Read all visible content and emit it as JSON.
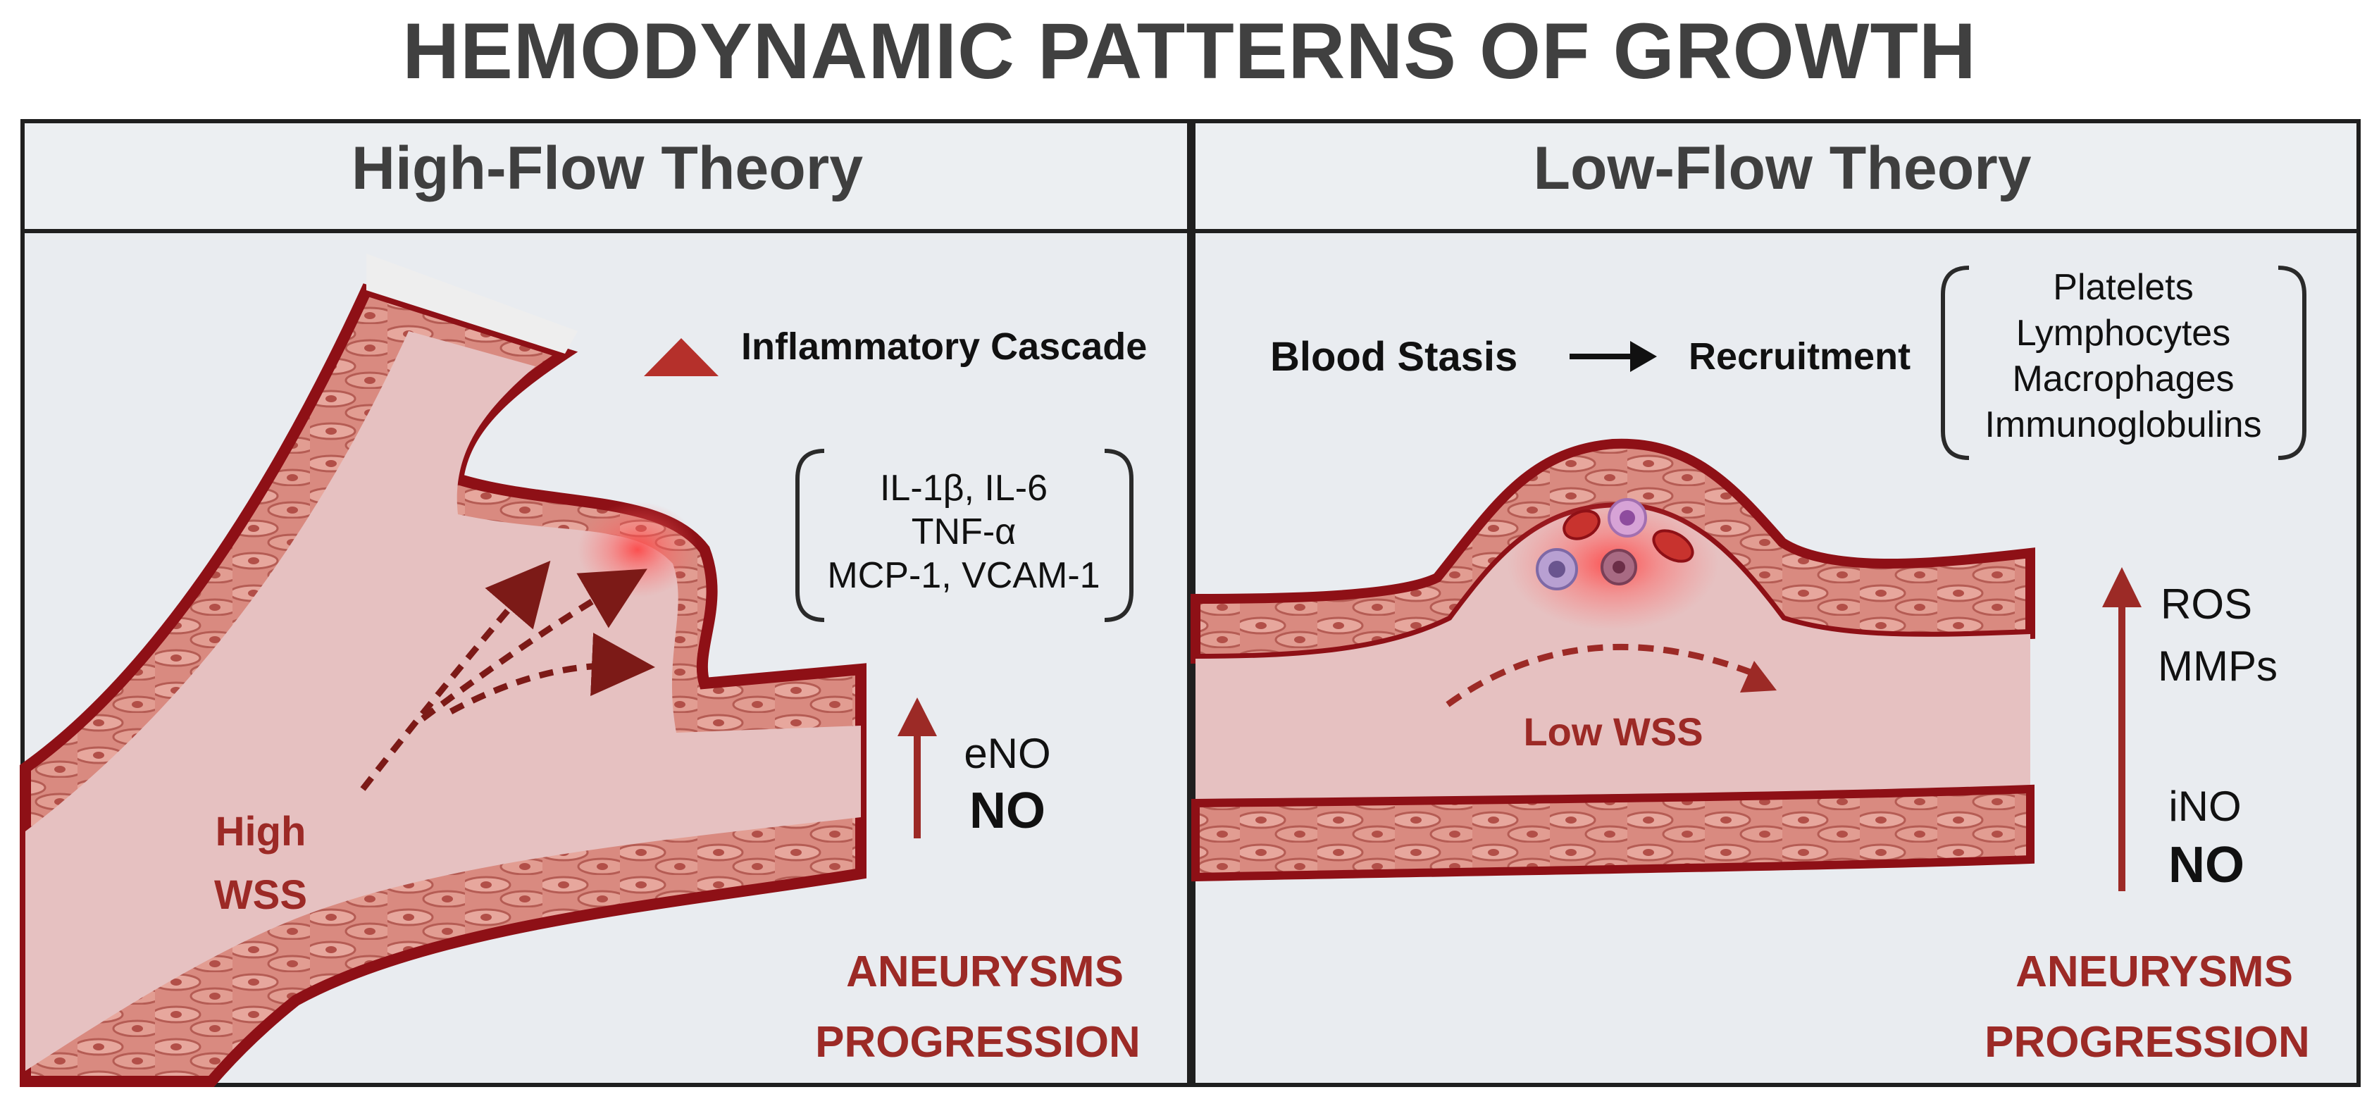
{
  "title": "HEMODYNAMIC PATTERNS OF GROWTH",
  "colors": {
    "dark_red": "#9c2a26",
    "vessel_wall": "#8e1016",
    "lumen": "#e6c1c1",
    "panel_bg": "#e9ecf0",
    "header_text": "#3f3f3f"
  },
  "panels": [
    {
      "title": "High-Flow Theory",
      "inflammatory_label": "Inflammatory Cascade",
      "cytokines": [
        "IL-1β, IL-6",
        "TNF-α",
        "MCP-1, VCAM-1"
      ],
      "wss_label": [
        "High",
        "WSS"
      ],
      "no_small": "eNO",
      "no_big": "NO",
      "outcome": [
        "ANEURYSMS",
        "PROGRESSION"
      ]
    },
    {
      "title": "Low-Flow Theory",
      "stasis_label": "Blood Stasis",
      "recruitment_label": "Recruitment",
      "cells": [
        "Platelets",
        "Lymphocytes",
        "Macrophages",
        "Immunoglobulins"
      ],
      "wss_label": "Low WSS",
      "ros_labels": [
        "ROS",
        "MMPs"
      ],
      "no_small": "iNO",
      "no_big": "NO",
      "outcome": [
        "ANEURYSMS",
        "PROGRESSION"
      ]
    }
  ]
}
